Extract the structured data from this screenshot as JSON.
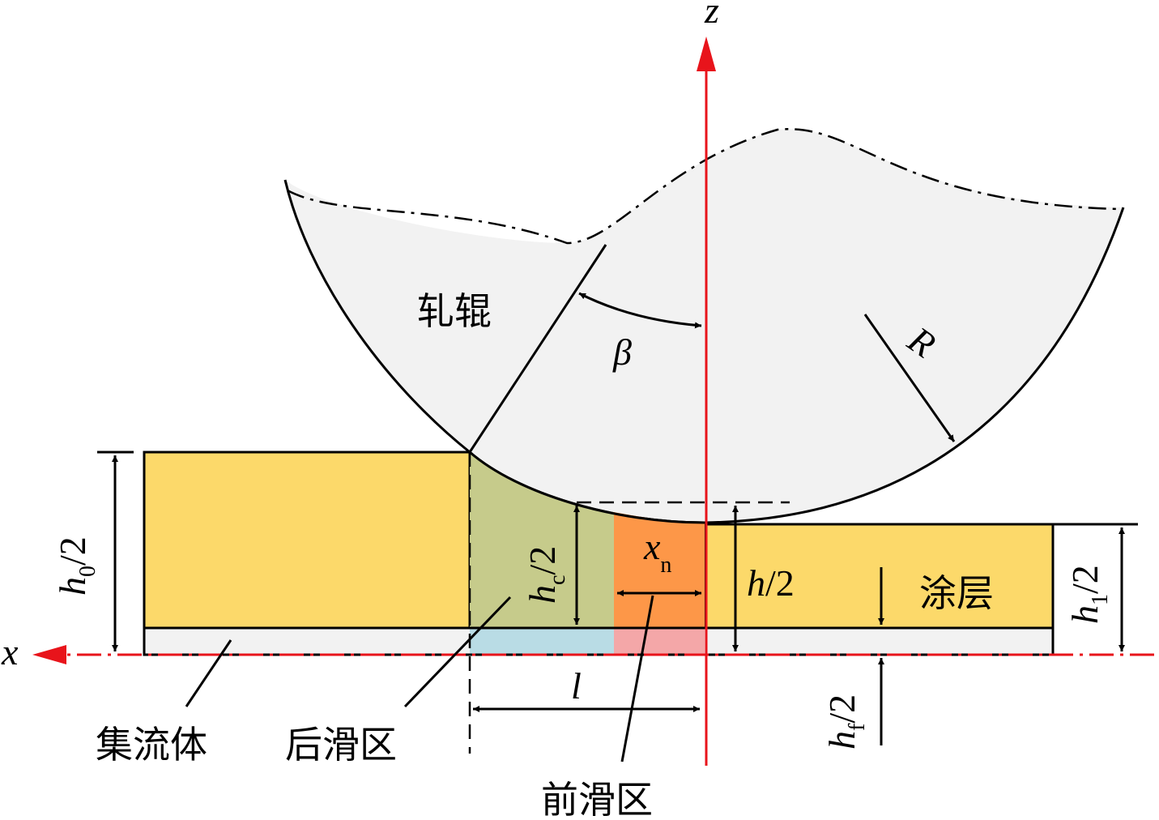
{
  "colors": {
    "coating": "#FCD96A",
    "backward_slip": "#C6CB8B",
    "forward_slip": "#FD9748",
    "collector_backward": "#B9DCE5",
    "collector_forward": "#F4A7A8",
    "roll_fill": "#F2F2F2",
    "axis": "#E8141B"
  },
  "axes": {
    "x": "x",
    "z": "z"
  },
  "labels": {
    "roll": "轧辊",
    "beta": "β",
    "radius": "R",
    "coating": "涂层",
    "collector": "集流体",
    "backward_zone": "后滑区",
    "forward_zone": "前滑区",
    "contact_length": "l"
  },
  "dimensions": {
    "h0": {
      "main": "h",
      "sub": "0",
      "rest": "/2"
    },
    "hc": {
      "main": "h",
      "sub": "c",
      "rest": "/2"
    },
    "h": {
      "main": "h",
      "rest": "/2"
    },
    "h1": {
      "main": "h",
      "sub": "1",
      "rest": "/2"
    },
    "hf": {
      "main": "h",
      "sub": "f",
      "rest": "/2"
    },
    "xn": {
      "main": "x",
      "sub": "n"
    }
  }
}
